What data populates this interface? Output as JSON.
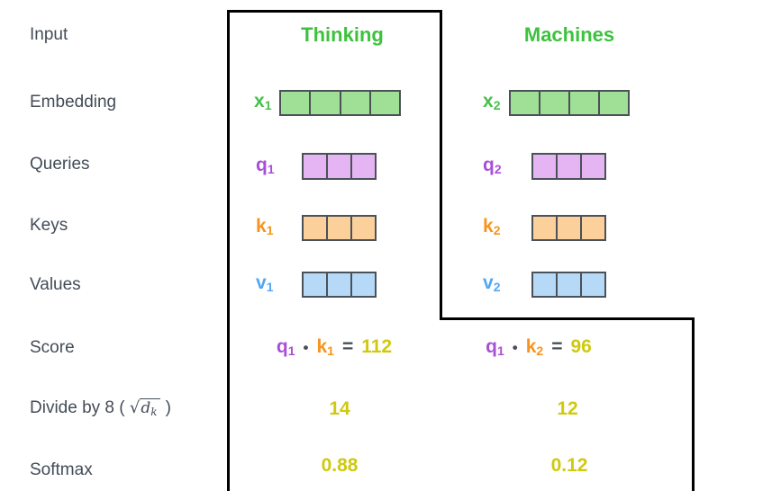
{
  "headers": {
    "col1": "Thinking",
    "col2": "Machines"
  },
  "labels": {
    "input": "Input",
    "embedding": "Embedding",
    "queries": "Queries",
    "keys": "Keys",
    "values": "Values",
    "score": "Score",
    "divide": {
      "prefix": "Divide by 8 (",
      "radical": "√",
      "radicand": "d",
      "subscript": "k",
      "suffix": ")"
    },
    "softmax": "Softmax"
  },
  "columns": [
    {
      "word": "Thinking",
      "embedding": {
        "symbol": "x",
        "sub": "1",
        "dims": 4
      },
      "query": {
        "symbol": "q",
        "sub": "1",
        "dims": 3
      },
      "key": {
        "symbol": "k",
        "sub": "1",
        "dims": 3
      },
      "value": {
        "symbol": "v",
        "sub": "1",
        "dims": 3
      },
      "score": {
        "lhs_symbol": "q",
        "lhs_sub": "1",
        "operator": "•",
        "rhs_symbol": "k",
        "rhs_sub": "1",
        "equals": "=",
        "result": "112"
      },
      "divided_by_8": "14",
      "softmax": "0.88"
    },
    {
      "word": "Machines",
      "embedding": {
        "symbol": "x",
        "sub": "2",
        "dims": 4
      },
      "query": {
        "symbol": "q",
        "sub": "2",
        "dims": 3
      },
      "key": {
        "symbol": "k",
        "sub": "2",
        "dims": 3
      },
      "value": {
        "symbol": "v",
        "sub": "2",
        "dims": 3
      },
      "score": {
        "lhs_symbol": "q",
        "lhs_sub": "1",
        "operator": "•",
        "rhs_symbol": "k",
        "rhs_sub": "2",
        "equals": "=",
        "result": "96"
      },
      "divided_by_8": "12",
      "softmax": "0.12"
    }
  ],
  "colors": {
    "header_green": "#3dc23d",
    "embedding_label_green": "#45c149",
    "embedding_cell_fill": "#a0e096",
    "query_label_purple": "#a84fd8",
    "query_cell_fill": "#e4b5f2",
    "key_label_orange": "#f7941e",
    "key_cell_fill": "#fcd09a",
    "value_label_blue": "#53a7f3",
    "value_cell_fill": "#b6d9f8",
    "result_yellow": "#cfc90f",
    "row_label_gray": "#434c57",
    "cell_border": "#4b5158",
    "outline_black": "#000000"
  }
}
